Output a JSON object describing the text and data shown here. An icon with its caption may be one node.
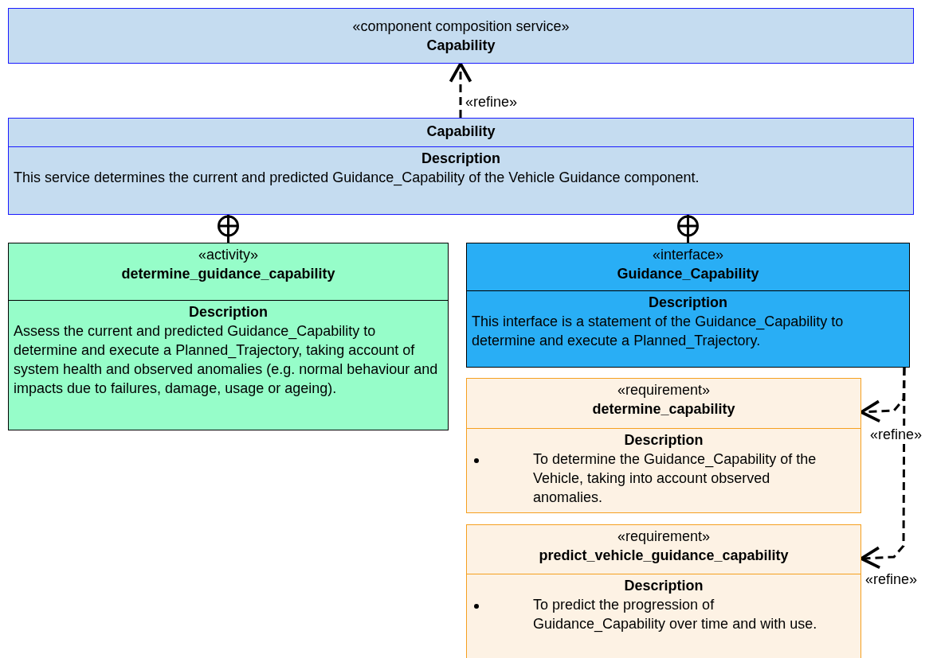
{
  "diagram": {
    "nodes": [
      {
        "text": [
          "«component composition service»",
          "Capability"
        ]
      },
      {
        "text": [
          "Capability",
          "Description",
          "This service determines the current and predicted Guidance_Capability of the Vehicle Guidance component."
        ]
      },
      {
        "text": [
          "«activity»",
          "determine_guidance_capability",
          "Description",
          "Assess the current and predicted Guidance_Capability to determine and execute a Planned_Trajectory, taking account of system health and observed anomalies (e.g. normal behaviour and impacts due to failures, damage, usage or ageing)."
        ]
      },
      {
        "text": [
          "«interface»",
          "Guidance_Capability",
          "Description",
          "This interface is a statement of the Guidance_Capability to determine and execute a Planned_Trajectory."
        ]
      },
      {
        "text": [
          "«requirement»",
          "determine_capability",
          "Description",
          "To determine the Guidance_Capability of the Vehicle, taking into account observed anomalies."
        ]
      },
      {
        "text": [
          "«requirement»",
          "predict_vehicle_guidance_capability",
          "Description",
          "To predict the progression of Guidance_Capability over time and with use."
        ]
      }
    ],
    "edges": [
      {
        "from": 1,
        "to": 0,
        "arrow": "to",
        "label": "«refine»",
        "style": "dashed"
      },
      {
        "from": 1,
        "to": 2,
        "arrow": "other"
      },
      {
        "from": 1,
        "to": 3,
        "arrow": "other"
      },
      {
        "from": 3,
        "to": 4,
        "arrow": "to",
        "label": "«refine»",
        "style": "dashed"
      },
      {
        "from": 3,
        "to": 5,
        "arrow": "to",
        "label": "«refine»",
        "style": "dashed"
      }
    ]
  }
}
